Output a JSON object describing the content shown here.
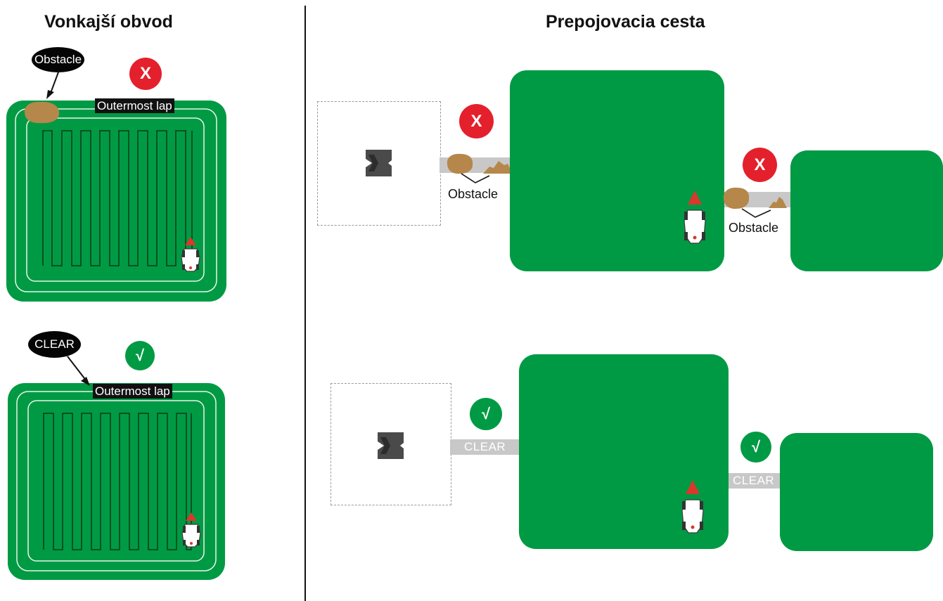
{
  "headings": {
    "left": "Vonkajší obvod",
    "right": "Prepojovacia cesta"
  },
  "outer_lap": {
    "label": "Outermost lap",
    "obstacle_bubble": "Obstacle",
    "clear_bubble": "CLEAR"
  },
  "path": {
    "obstacle_label": "Obstacle",
    "clear_label": "CLEAR"
  },
  "badges": {
    "bad": "X",
    "good": "√"
  },
  "colors": {
    "lawn": "#009a44",
    "bad": "#e4202c",
    "good": "#009a44",
    "obstacle": "#b5874a",
    "path": "#c8c8c8",
    "mower_arrow": "#d9382c"
  },
  "icons": [
    "mower-icon",
    "charging-station-icon",
    "rock-icon",
    "dirt-mound-icon",
    "direction-arrow-icon"
  ]
}
